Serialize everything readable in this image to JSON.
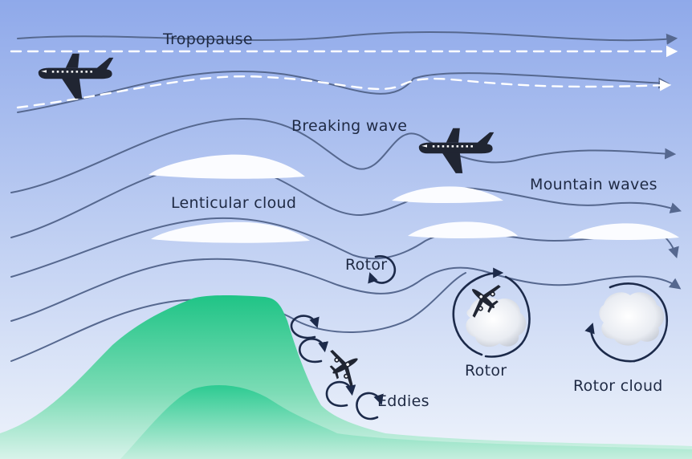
{
  "labels": {
    "tropopause": "Tropopause",
    "breaking_wave": "Breaking wave",
    "mountain_waves": "Mountain waves",
    "lenticular_cloud": "Lenticular cloud",
    "rotor_small": "Rotor",
    "rotor": "Rotor",
    "rotor_cloud": "Rotor cloud",
    "eddies": "Eddies"
  },
  "colors": {
    "sky_top": "#8fa9ea",
    "sky_bottom": "#eef3fb",
    "streamline": "#56688f",
    "mountain_top": "#1fc486",
    "mountain_bottom": "#d8f3ea",
    "text": "#1f2a44"
  },
  "icons": [
    "airplane-icon",
    "rotor-arrow-icon",
    "eddy-arrow-icon"
  ]
}
